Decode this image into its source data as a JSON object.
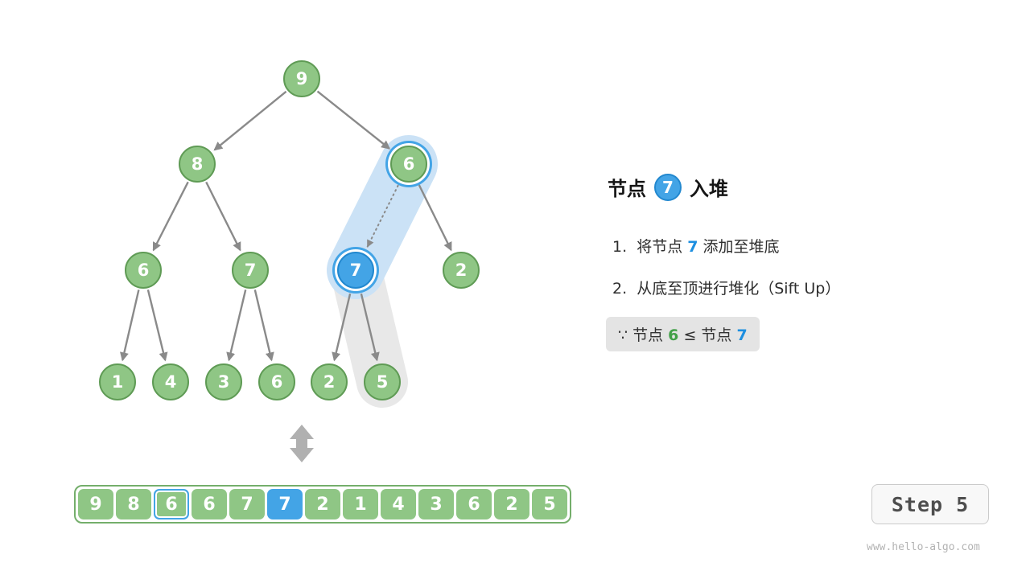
{
  "colors": {
    "node_green_fill": "#8FC685",
    "node_green_border": "#5F9B55",
    "node_blue_fill": "#43A4E6",
    "node_blue_border": "#2288CF",
    "highlight_ring": "#43A4E6",
    "capsule_blue": "#CBE2F6",
    "capsule_gray": "#E8E8E8",
    "arrow_gray": "#8A8A8A",
    "swap_arrow_gray": "#B0B0B0",
    "text_green": "#42A048",
    "text_blue": "#1D8FE0",
    "note_bg": "#E4E4E4",
    "array_border": "#74AE6B",
    "badge_bg": "#F8F8F8",
    "badge_border": "#CBCBCB",
    "badge_text": "#4E4E4E",
    "watermark_gray": "#B3B3B3"
  },
  "tree": {
    "nodes": [
      {
        "value": "9",
        "state": "green"
      },
      {
        "value": "8",
        "state": "green"
      },
      {
        "value": "6",
        "state": "green-ring"
      },
      {
        "value": "6",
        "state": "green"
      },
      {
        "value": "7",
        "state": "green"
      },
      {
        "value": "7",
        "state": "blue-ring"
      },
      {
        "value": "2",
        "state": "green"
      },
      {
        "value": "1",
        "state": "green"
      },
      {
        "value": "4",
        "state": "green"
      },
      {
        "value": "3",
        "state": "green"
      },
      {
        "value": "6",
        "state": "green"
      },
      {
        "value": "2",
        "state": "green"
      },
      {
        "value": "5",
        "state": "green"
      }
    ]
  },
  "array": {
    "cells": [
      {
        "value": "9",
        "state": "green"
      },
      {
        "value": "8",
        "state": "green"
      },
      {
        "value": "6",
        "state": "green-ring"
      },
      {
        "value": "6",
        "state": "green"
      },
      {
        "value": "7",
        "state": "green"
      },
      {
        "value": "7",
        "state": "blue"
      },
      {
        "value": "2",
        "state": "green"
      },
      {
        "value": "1",
        "state": "green"
      },
      {
        "value": "4",
        "state": "green"
      },
      {
        "value": "3",
        "state": "green"
      },
      {
        "value": "6",
        "state": "green"
      },
      {
        "value": "2",
        "state": "green"
      },
      {
        "value": "5",
        "state": "green"
      }
    ]
  },
  "panel": {
    "title_prefix": "节点",
    "title_node": "7",
    "title_suffix": "入堆",
    "steps": [
      {
        "parts": [
          {
            "t": "1.  将节点 "
          },
          {
            "t": "7",
            "c": "blue"
          },
          {
            "t": " 添加至堆底"
          }
        ]
      },
      {
        "parts": [
          {
            "t": "2.  从底至顶进行堆化（Sift Up）"
          }
        ]
      }
    ],
    "note": {
      "parts": [
        {
          "t": "∵ 节点 "
        },
        {
          "t": "6",
          "c": "green"
        },
        {
          "t": " ≤ 节点 "
        },
        {
          "t": "7",
          "c": "blue"
        }
      ]
    }
  },
  "step_badge": "Step 5",
  "watermark": "www.hello-algo.com"
}
